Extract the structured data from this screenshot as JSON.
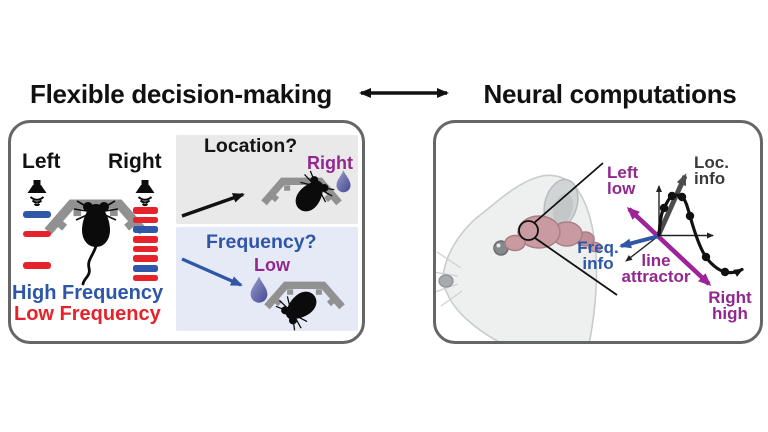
{
  "header": {
    "left_title": "Flexible decision-making",
    "right_title": "Neural computations",
    "link_icon": "double-headed-arrow"
  },
  "left_panel": {
    "speakers": {
      "left_label": "Left",
      "right_label": "Right"
    },
    "colors": {
      "high": "#3157a8",
      "low": "#e6232b"
    },
    "legend": {
      "high_label": "High Frequency",
      "low_label": "Low Frequency"
    },
    "left_bars": [
      "high",
      "low",
      "low"
    ],
    "right_bars": [
      "low",
      "low",
      "high",
      "low",
      "low",
      "low",
      "high",
      "low"
    ],
    "location_box": {
      "question": "Location?",
      "answer": "Right",
      "bg": "#e9e9ea"
    },
    "frequency_box": {
      "question": "Frequency?",
      "answer": "Low",
      "bg": "#e6eaf6"
    }
  },
  "right_panel": {
    "labels": {
      "left_low": [
        "Left",
        "low"
      ],
      "loc_info": [
        "Loc.",
        "info"
      ],
      "freq_info": [
        "Freq.",
        "info"
      ],
      "line_attractor": [
        "line",
        "attractor"
      ],
      "right_high": [
        "Right",
        "high"
      ]
    },
    "colors": {
      "purple": "#9c2399",
      "blue": "#3056a7",
      "gray": "#4d4d4d",
      "brain": "#c99aa0"
    },
    "curve_dots": [
      [
        231,
        88
      ],
      [
        239,
        76
      ],
      [
        249,
        77
      ],
      [
        257,
        96
      ],
      [
        273,
        137
      ],
      [
        292,
        152
      ]
    ]
  }
}
